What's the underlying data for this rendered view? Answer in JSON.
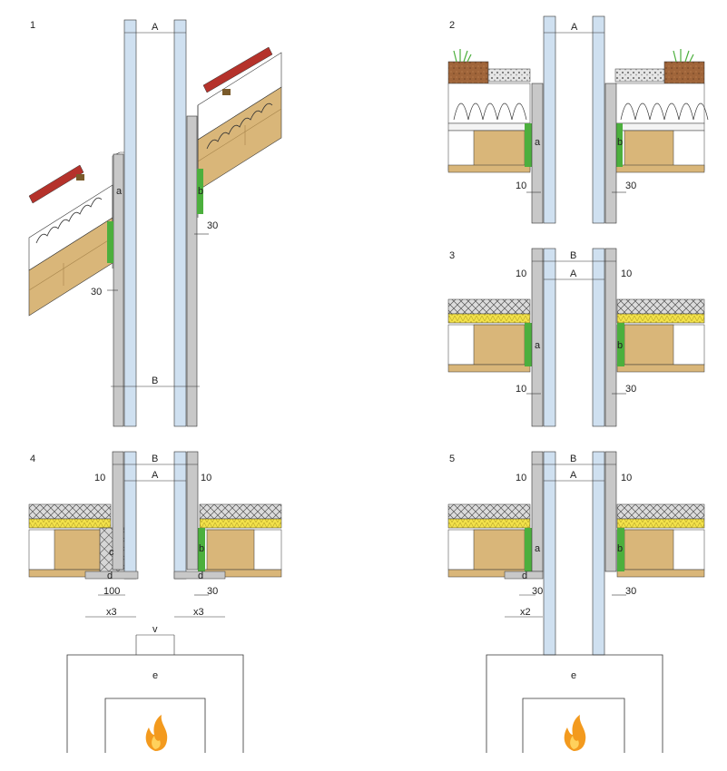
{
  "panels": [
    {
      "number": "1",
      "labels": {
        "a": "a",
        "b": "b",
        "A": "A",
        "B": "B",
        "d30_upper": "30",
        "d30_lower": "30"
      }
    },
    {
      "number": "2",
      "labels": {
        "a": "a",
        "b": "b",
        "A": "A",
        "d10": "10",
        "d30": "30"
      }
    },
    {
      "number": "3",
      "labels": {
        "a": "a",
        "b": "b",
        "A": "A",
        "B": "B",
        "d10_left": "10",
        "d10_right": "10",
        "d10_bottom": "10",
        "d30": "30"
      }
    },
    {
      "number": "4",
      "labels": {
        "b": "b",
        "c": "c",
        "d_left": "d",
        "d_right": "d",
        "e": "e",
        "A": "A",
        "B": "B",
        "d10_left": "10",
        "d10_right": "10",
        "d100": "100",
        "d30": "30",
        "x3_left": "x3",
        "x3_right": "x3",
        "v": "v"
      }
    },
    {
      "number": "5",
      "labels": {
        "a": "a",
        "b": "b",
        "d": "d",
        "e": "e",
        "A": "A",
        "B": "B",
        "d10_left": "10",
        "d10_right": "10",
        "d30_left": "30",
        "d30_right": "30",
        "x2": "x2"
      }
    }
  ],
  "colors": {
    "timber": "#d9b679",
    "roof_tile": "#b5322b",
    "gap_green": "#4caf3d",
    "insulation_yellow": "#f3e24a",
    "flue_blue": "#cfe0f0",
    "casing_grey": "#c8c8c8",
    "flame_orange": "#f39a1e",
    "soil_brown": "#a0653a"
  },
  "icons": [
    "flame-icon",
    "grass-icon"
  ]
}
